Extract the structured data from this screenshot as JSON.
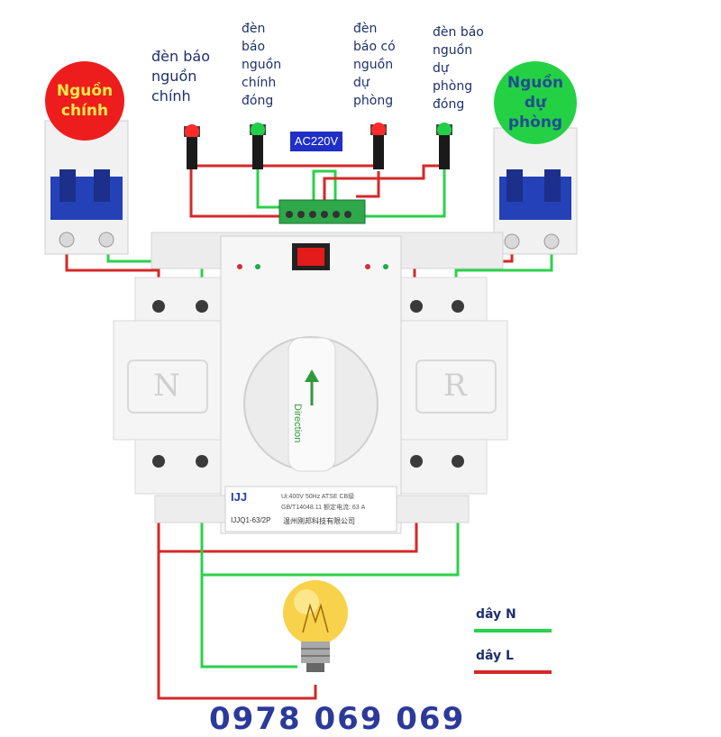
{
  "labels": {
    "main_source": "Nguồn\nchính",
    "backup_source": "Nguồn\ndự\nphòng",
    "indicator_main_source": "đèn báo\nnguồn\nchính",
    "indicator_main_closed": "đèn\nbáo\nnguồn\nchính\nđóng",
    "indicator_backup_present": "đèn\nbáo có\nnguồn\ndự\nphòng",
    "indicator_backup_closed": "đèn báo\nnguồn\ndự\nphòng\nđóng",
    "voltage_badge": "AC220V"
  },
  "switch": {
    "left_letter": "N",
    "right_letter": "R",
    "direction_text": "Direction",
    "brand": "IJJ",
    "model": "IJJQ1-63/2P",
    "spec_line_1": "Ui:400V  50Hz  ATSE CB级",
    "spec_line_2": "GB/T14048.11  额定电流:  63  A",
    "maker": "温州刚邦科技有限公司"
  },
  "legend": {
    "n_wire": "dây N",
    "l_wire": "dây L"
  },
  "footer": {
    "phone_partial": "0978 069 069"
  },
  "colors": {
    "red_wire": "#d62828",
    "green_wire": "#2bd14a",
    "main_source_fill": "#ee1d1d",
    "backup_source_fill": "#25d144",
    "badge_fill": "#1f2fc7"
  }
}
